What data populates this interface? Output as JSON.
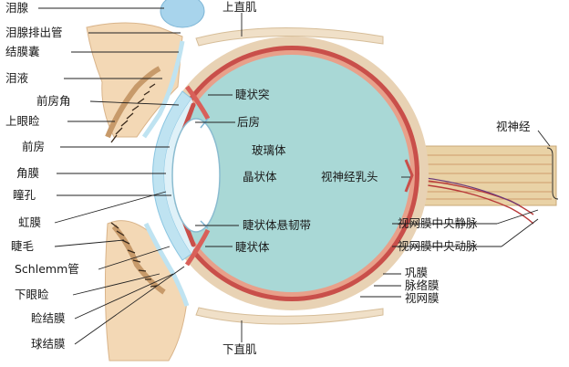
{
  "title": "",
  "colors": {
    "vitreous": "#a9d8d6",
    "sclera_outer": "#e8d2b4",
    "choroid": "#c94f4a",
    "retina": "#e8a08a",
    "cornea": "#bfe3f1",
    "lens": "#ffffff",
    "eyelid_skin": "#f3d8b5",
    "lacrimal_gland": "#a8d4ec",
    "optic_nerve": "#e9d2a6",
    "leader": "#222222"
  },
  "labels": {
    "lacrimal_gland": "泪腺",
    "superior_rectus": "上直肌",
    "lacrimal_duct": "泪腺排出管",
    "conjunctival_sac": "结膜囊",
    "tears": "泪液",
    "anterior_chamber_angle": "前房角",
    "upper_eyelid": "上眼睑",
    "anterior_chamber": "前房",
    "cornea": "角膜",
    "pupil": "瞳孔",
    "iris": "虹膜",
    "eyelash": "睫毛",
    "schlemm_canal": "Schlemm管",
    "lower_eyelid": "下眼睑",
    "palpebral_conjunctiva": "睑结膜",
    "bulbar_conjunctiva": "球结膜",
    "inferior_rectus": "下直肌",
    "ciliary_process": "睫状突",
    "posterior_chamber": "后房",
    "vitreous_body": "玻璃体",
    "lens": "晶状体",
    "zonule": "睫状体悬韧带",
    "ciliary_body": "睫状体",
    "optic_disc": "视神经乳头",
    "optic_nerve": "视神经",
    "central_retinal_vein": "视网膜中央静脉",
    "central_retinal_artery": "视网膜中央动脉",
    "sclera": "巩膜",
    "choroid": "脉络膜",
    "retina": "视网膜"
  }
}
